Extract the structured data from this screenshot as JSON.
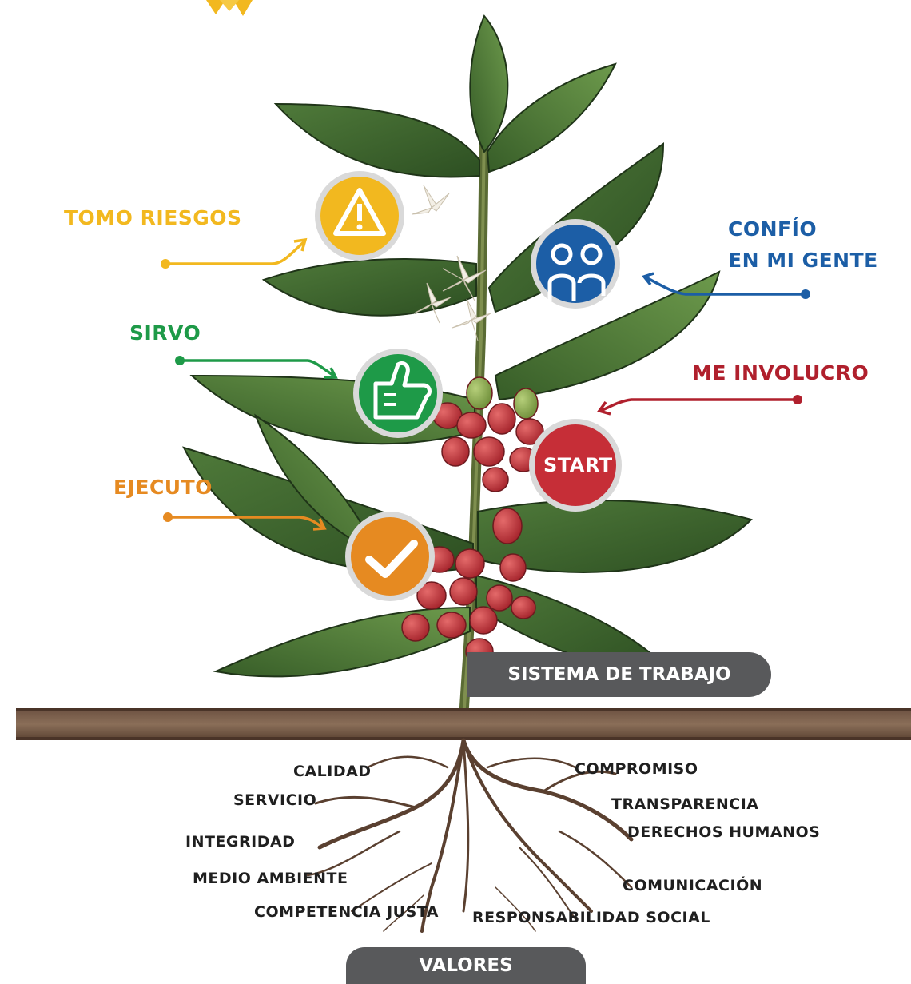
{
  "behaviors": {
    "tomo_riesgos": {
      "label": "TOMO RIESGOS",
      "color": "#f2b81f",
      "icon": "warning-icon"
    },
    "confio": {
      "line1": "CONFÍO",
      "line2": "EN MI GENTE",
      "color": "#1c5ea6",
      "icon": "people-icon"
    },
    "sirvo": {
      "label": "SIRVO",
      "color": "#1e9a48",
      "icon": "thumbs-up-icon"
    },
    "me_involucro": {
      "label": "ME INVOLUCRO",
      "color": "#b0202d",
      "icon": "start-icon",
      "icon_text": "START"
    },
    "ejecuto": {
      "label": "EJECUTO",
      "color": "#e68a21",
      "icon": "checkmark-icon"
    }
  },
  "sistema_label": "SISTEMA DE TRABAJO",
  "valores_label": "VALORES",
  "values_left": [
    "CALIDAD",
    "SERVICIO",
    "INTEGRIDAD",
    "MEDIO AMBIENTE",
    "COMPETENCIA JUSTA"
  ],
  "values_right": [
    "COMPROMISO",
    "TRANSPARENCIA",
    "DERECHOS HUMANOS",
    "COMUNICACIÓN",
    "RESPONSABILIDAD SOCIAL"
  ]
}
